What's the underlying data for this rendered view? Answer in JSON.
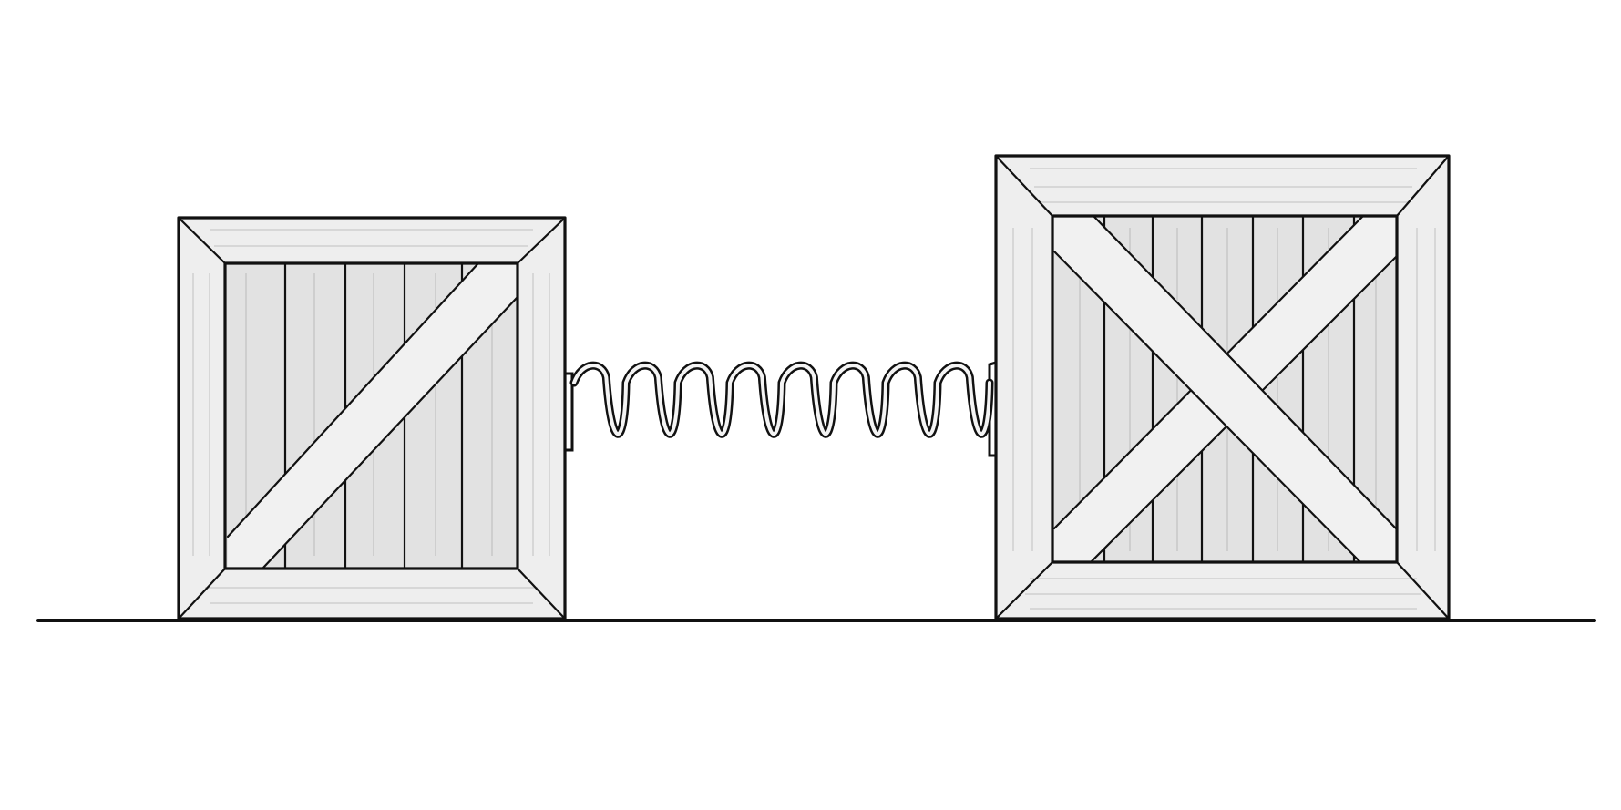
{
  "scene": {
    "background_color": "#ffffff",
    "line_color": "#111111",
    "wood_color": "#eeeeee",
    "panel_color": "#e2e2e2"
  },
  "objects": {
    "left_crate": {
      "icon": "wooden-crate-single-diagonal-brace"
    },
    "spring": {
      "icon": "coil-spring",
      "coils": 8
    },
    "right_crate": {
      "icon": "wooden-crate-x-brace"
    },
    "ground": {
      "icon": "ground-line"
    }
  }
}
